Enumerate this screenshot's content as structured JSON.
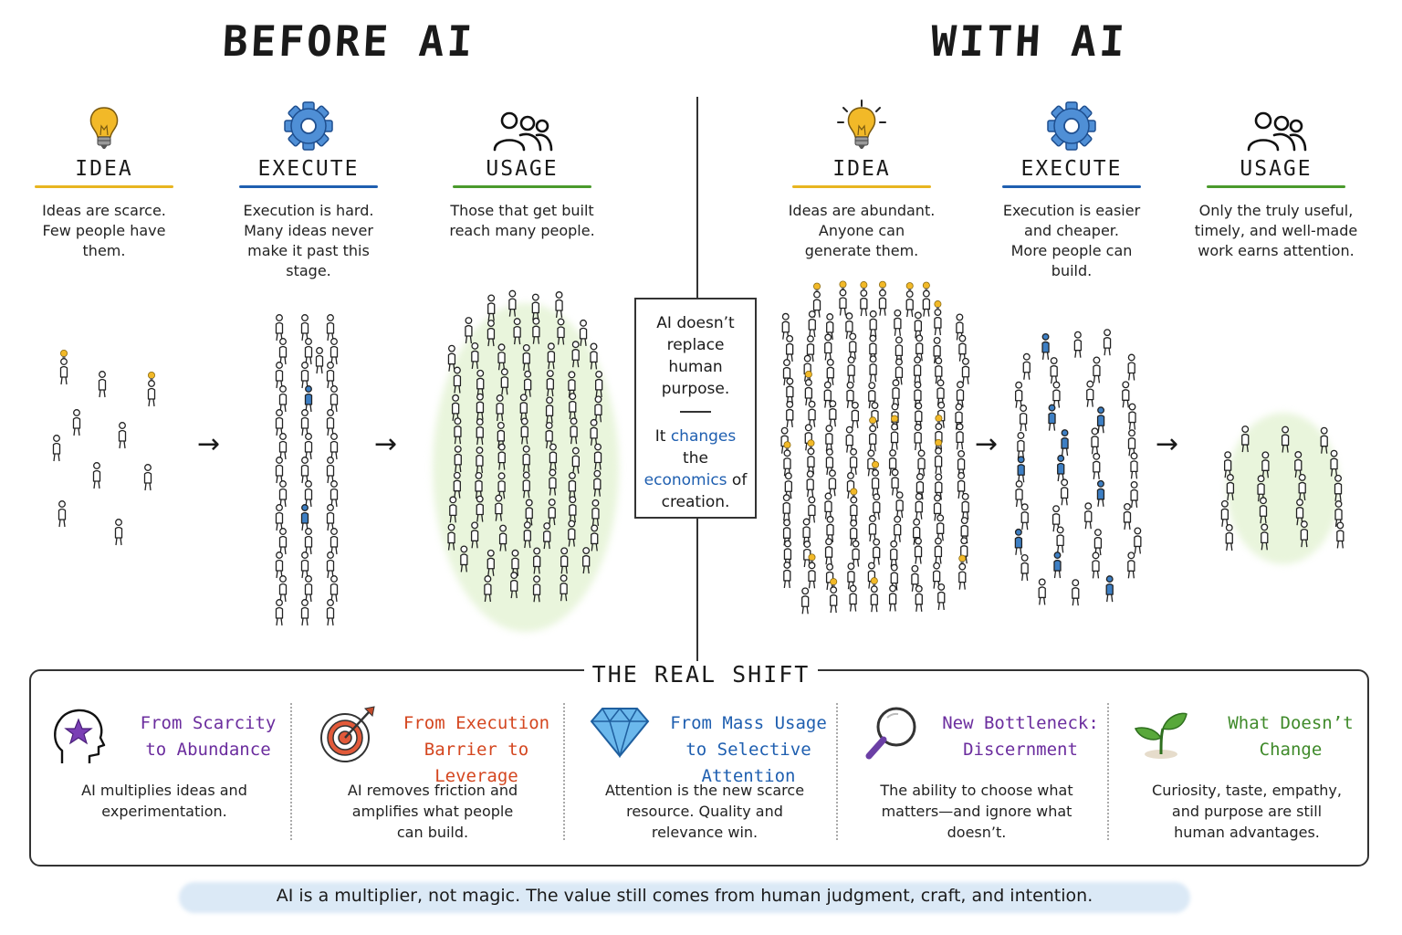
{
  "titles": {
    "before": "BEFORE AI",
    "with": "WITH AI"
  },
  "before": [
    {
      "label": "IDEA",
      "desc": "Ideas are scarce.\nFew people have\nthem.",
      "icon": "lightbulb-icon",
      "color": "#e8b520"
    },
    {
      "label": "EXECUTE",
      "desc": "Execution is hard.\nMany ideas never\nmake it past this\nstage.",
      "icon": "gear-icon",
      "color": "#1f5fb0"
    },
    {
      "label": "USAGE",
      "desc": "Those that get built\nreach many people.",
      "icon": "people-icon",
      "color": "#4a9a2c"
    }
  ],
  "with": [
    {
      "label": "IDEA",
      "desc": "Ideas are abundant.\nAnyone can\ngenerate them.",
      "icon": "lightbulb-icon",
      "color": "#e8b520"
    },
    {
      "label": "EXECUTE",
      "desc": "Execution is easier\nand cheaper.\nMore people can\nbuild.",
      "icon": "gear-icon",
      "color": "#1f5fb0"
    },
    {
      "label": "USAGE",
      "desc": "Only the truly useful,\ntimely, and well-made\nwork earns attention.",
      "icon": "people-icon",
      "color": "#4a9a2c"
    }
  ],
  "center": {
    "line1": "AI doesn’t replace human purpose.",
    "part_a": "It ",
    "changes": "changes",
    "part_b": " the ",
    "economics": "economics",
    "part_c": " of creation."
  },
  "shift": {
    "title": "THE REAL SHIFT",
    "items": [
      {
        "title": "From Scarcity\nto Abundance",
        "desc": "AI multiplies ideas and\nexperimentation.",
        "color": "#6b2d9e",
        "icon": "head-star-icon"
      },
      {
        "title": "From Execution\nBarrier to Leverage",
        "desc": "AI removes friction and\namplifies what people\ncan build.",
        "color": "#d4461f",
        "icon": "target-icon"
      },
      {
        "title": "From Mass Usage\nto Selective Attention",
        "desc": "Attention is the new scarce\nresource. Quality and\nrelevance win.",
        "color": "#1f5fb0",
        "icon": "diamond-icon"
      },
      {
        "title": "New Bottleneck:\nDiscernment",
        "desc": "The ability to choose what\nmatters—and ignore what\ndoesn’t.",
        "color": "#6b2d9e",
        "icon": "magnifier-icon"
      },
      {
        "title": "What Doesn’t Change",
        "desc": "Curiosity, taste, empathy,\nand purpose are still\nhuman advantages.",
        "color": "#3f8a2a",
        "icon": "sprout-icon"
      }
    ]
  },
  "footer": "AI is a multiplier, not magic.  The value still comes from human judgment, craft, and intention.",
  "colors": {
    "ink": "#1a1a1a",
    "blue_figure": "#3d7fc4",
    "bulb": "#f2b928",
    "blob": "#e9f5dc"
  }
}
